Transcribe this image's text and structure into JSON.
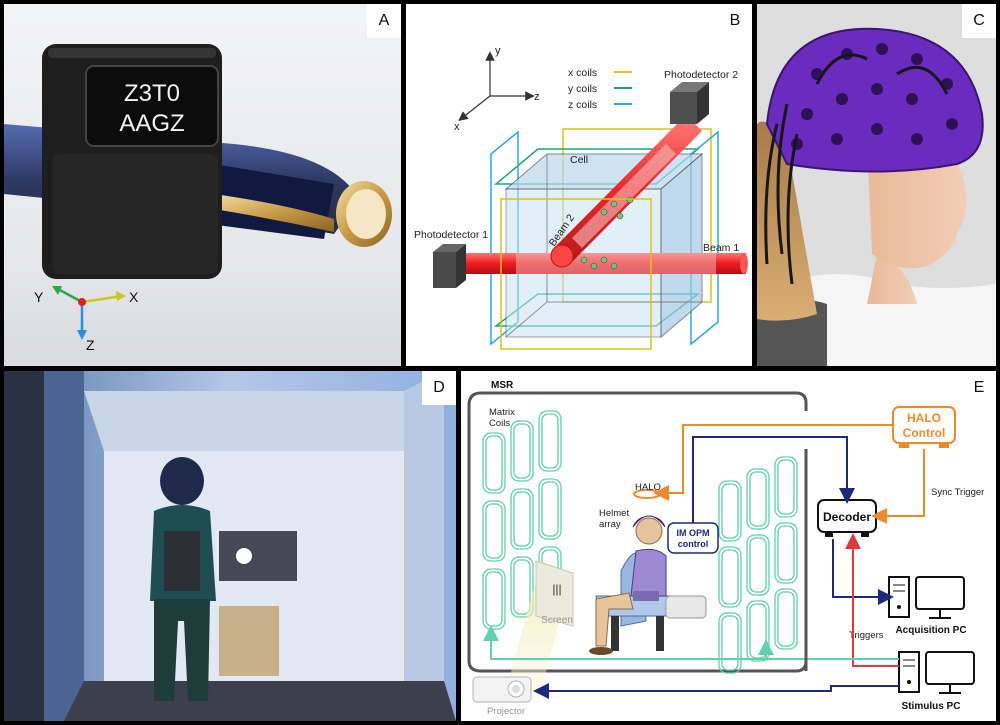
{
  "panels": {
    "A": {
      "label": "A",
      "sensor_line1": "Z3T0",
      "sensor_line2": "AAGZ",
      "axis_x": "X",
      "axis_y": "Y",
      "axis_z": "Z"
    },
    "B": {
      "label": "B",
      "axes": {
        "x": "x",
        "y": "y",
        "z": "z"
      },
      "legend": [
        {
          "label": "x coils",
          "color": "#d7c21f"
        },
        {
          "label": "y coils",
          "color": "#1aa86a"
        },
        {
          "label": "z coils",
          "color": "#29a8df"
        }
      ],
      "photodetector1": "Photodetector 1",
      "photodetector2": "Photodetector 2",
      "cell": "Cell",
      "beam1": "Beam 1",
      "beam2": "Beam 2"
    },
    "C": {
      "label": "C"
    },
    "D": {
      "label": "D"
    },
    "E": {
      "label": "E",
      "msr": "MSR",
      "matrix_coils": [
        "Matrix",
        "Coils"
      ],
      "halo": "HALO",
      "helmet_array": [
        "Helmet",
        "array"
      ],
      "im_opm_control": [
        "IM OPM",
        "control"
      ],
      "screen": "Screen",
      "projector": "Projector",
      "halo_control": [
        "HALO",
        "Control"
      ],
      "sync_trigger": "Sync Trigger",
      "decoder": "Decoder",
      "acquisition_pc": "Acquisition PC",
      "triggers": "Triggers",
      "stimulus_pc": "Stimulus PC"
    }
  },
  "colors": {
    "orange": "#ee8a2c",
    "navy": "#1b2a7a",
    "red": "#e23a3a",
    "teal": "#5fd1ac",
    "beam": "#ee2222",
    "purple": "#6a2bbf"
  }
}
